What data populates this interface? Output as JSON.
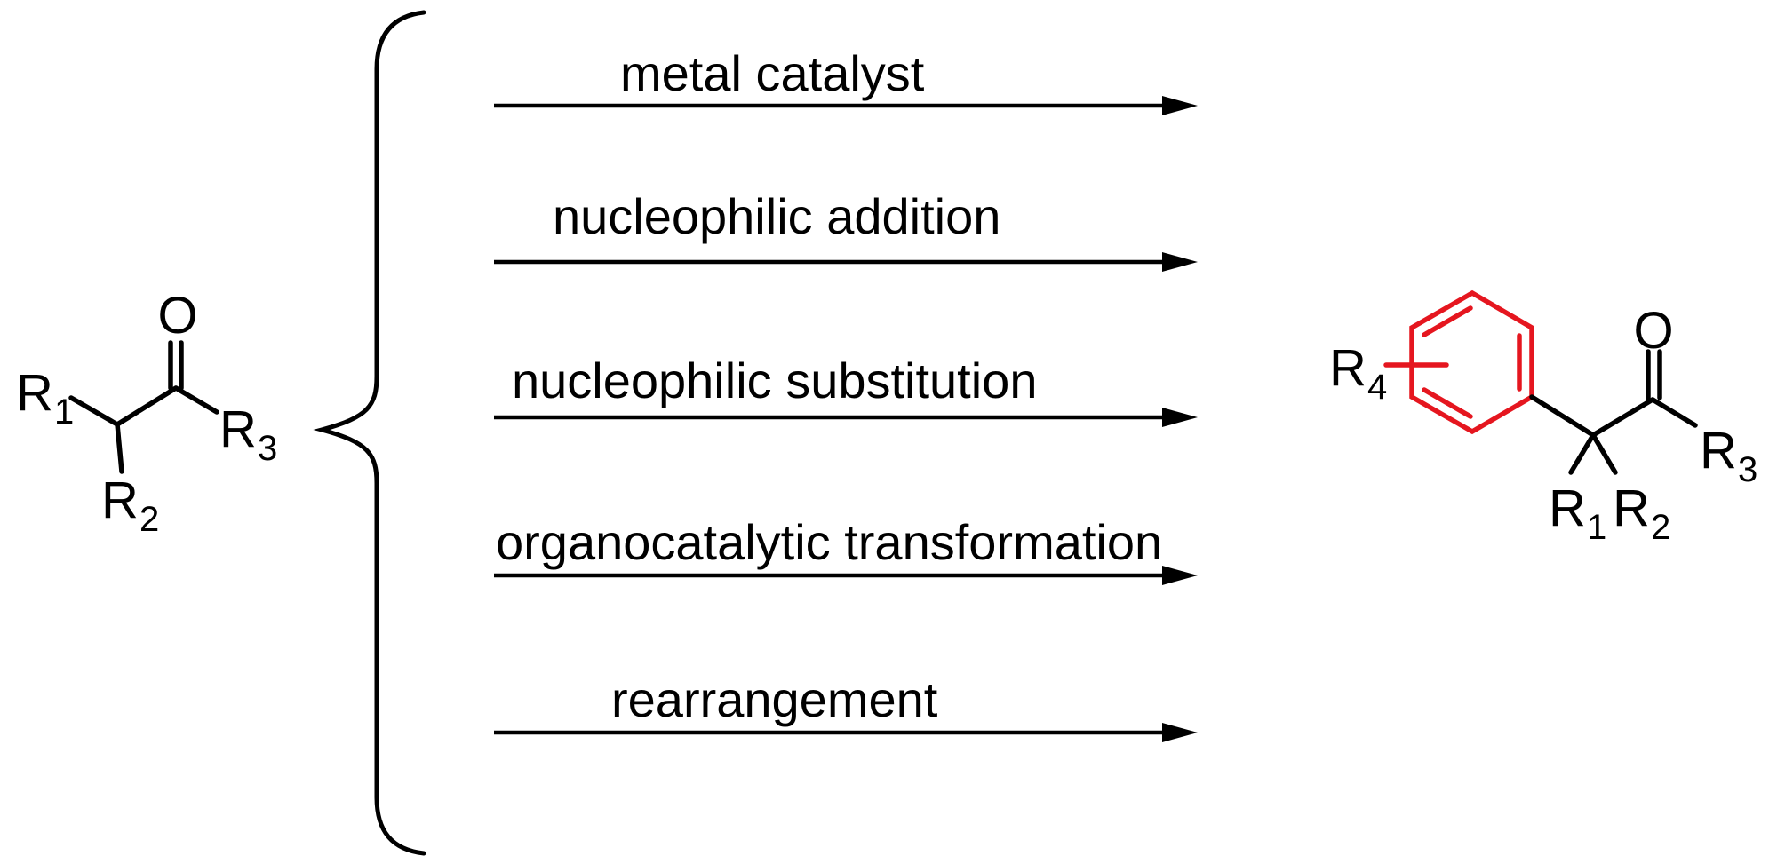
{
  "colors": {
    "bond_black": "#000000",
    "highlight_red": "#e5161f",
    "background": "#ffffff"
  },
  "reactant": {
    "oxygen": "O",
    "r1": {
      "base": "R",
      "sub": "1"
    },
    "r2": {
      "base": "R",
      "sub": "2"
    },
    "r3": {
      "base": "R",
      "sub": "3"
    }
  },
  "reactions": [
    {
      "label": "metal catalyst"
    },
    {
      "label": "nucleophilic addition"
    },
    {
      "label": "nucleophilic substitution"
    },
    {
      "label": "organocatalytic transformation"
    },
    {
      "label": "rearrangement"
    }
  ],
  "product": {
    "oxygen": "O",
    "r4": {
      "base": "R",
      "sub": "4"
    },
    "r1": {
      "base": "R",
      "sub": "1"
    },
    "r2": {
      "base": "R",
      "sub": "2"
    },
    "r3": {
      "base": "R",
      "sub": "3"
    }
  }
}
